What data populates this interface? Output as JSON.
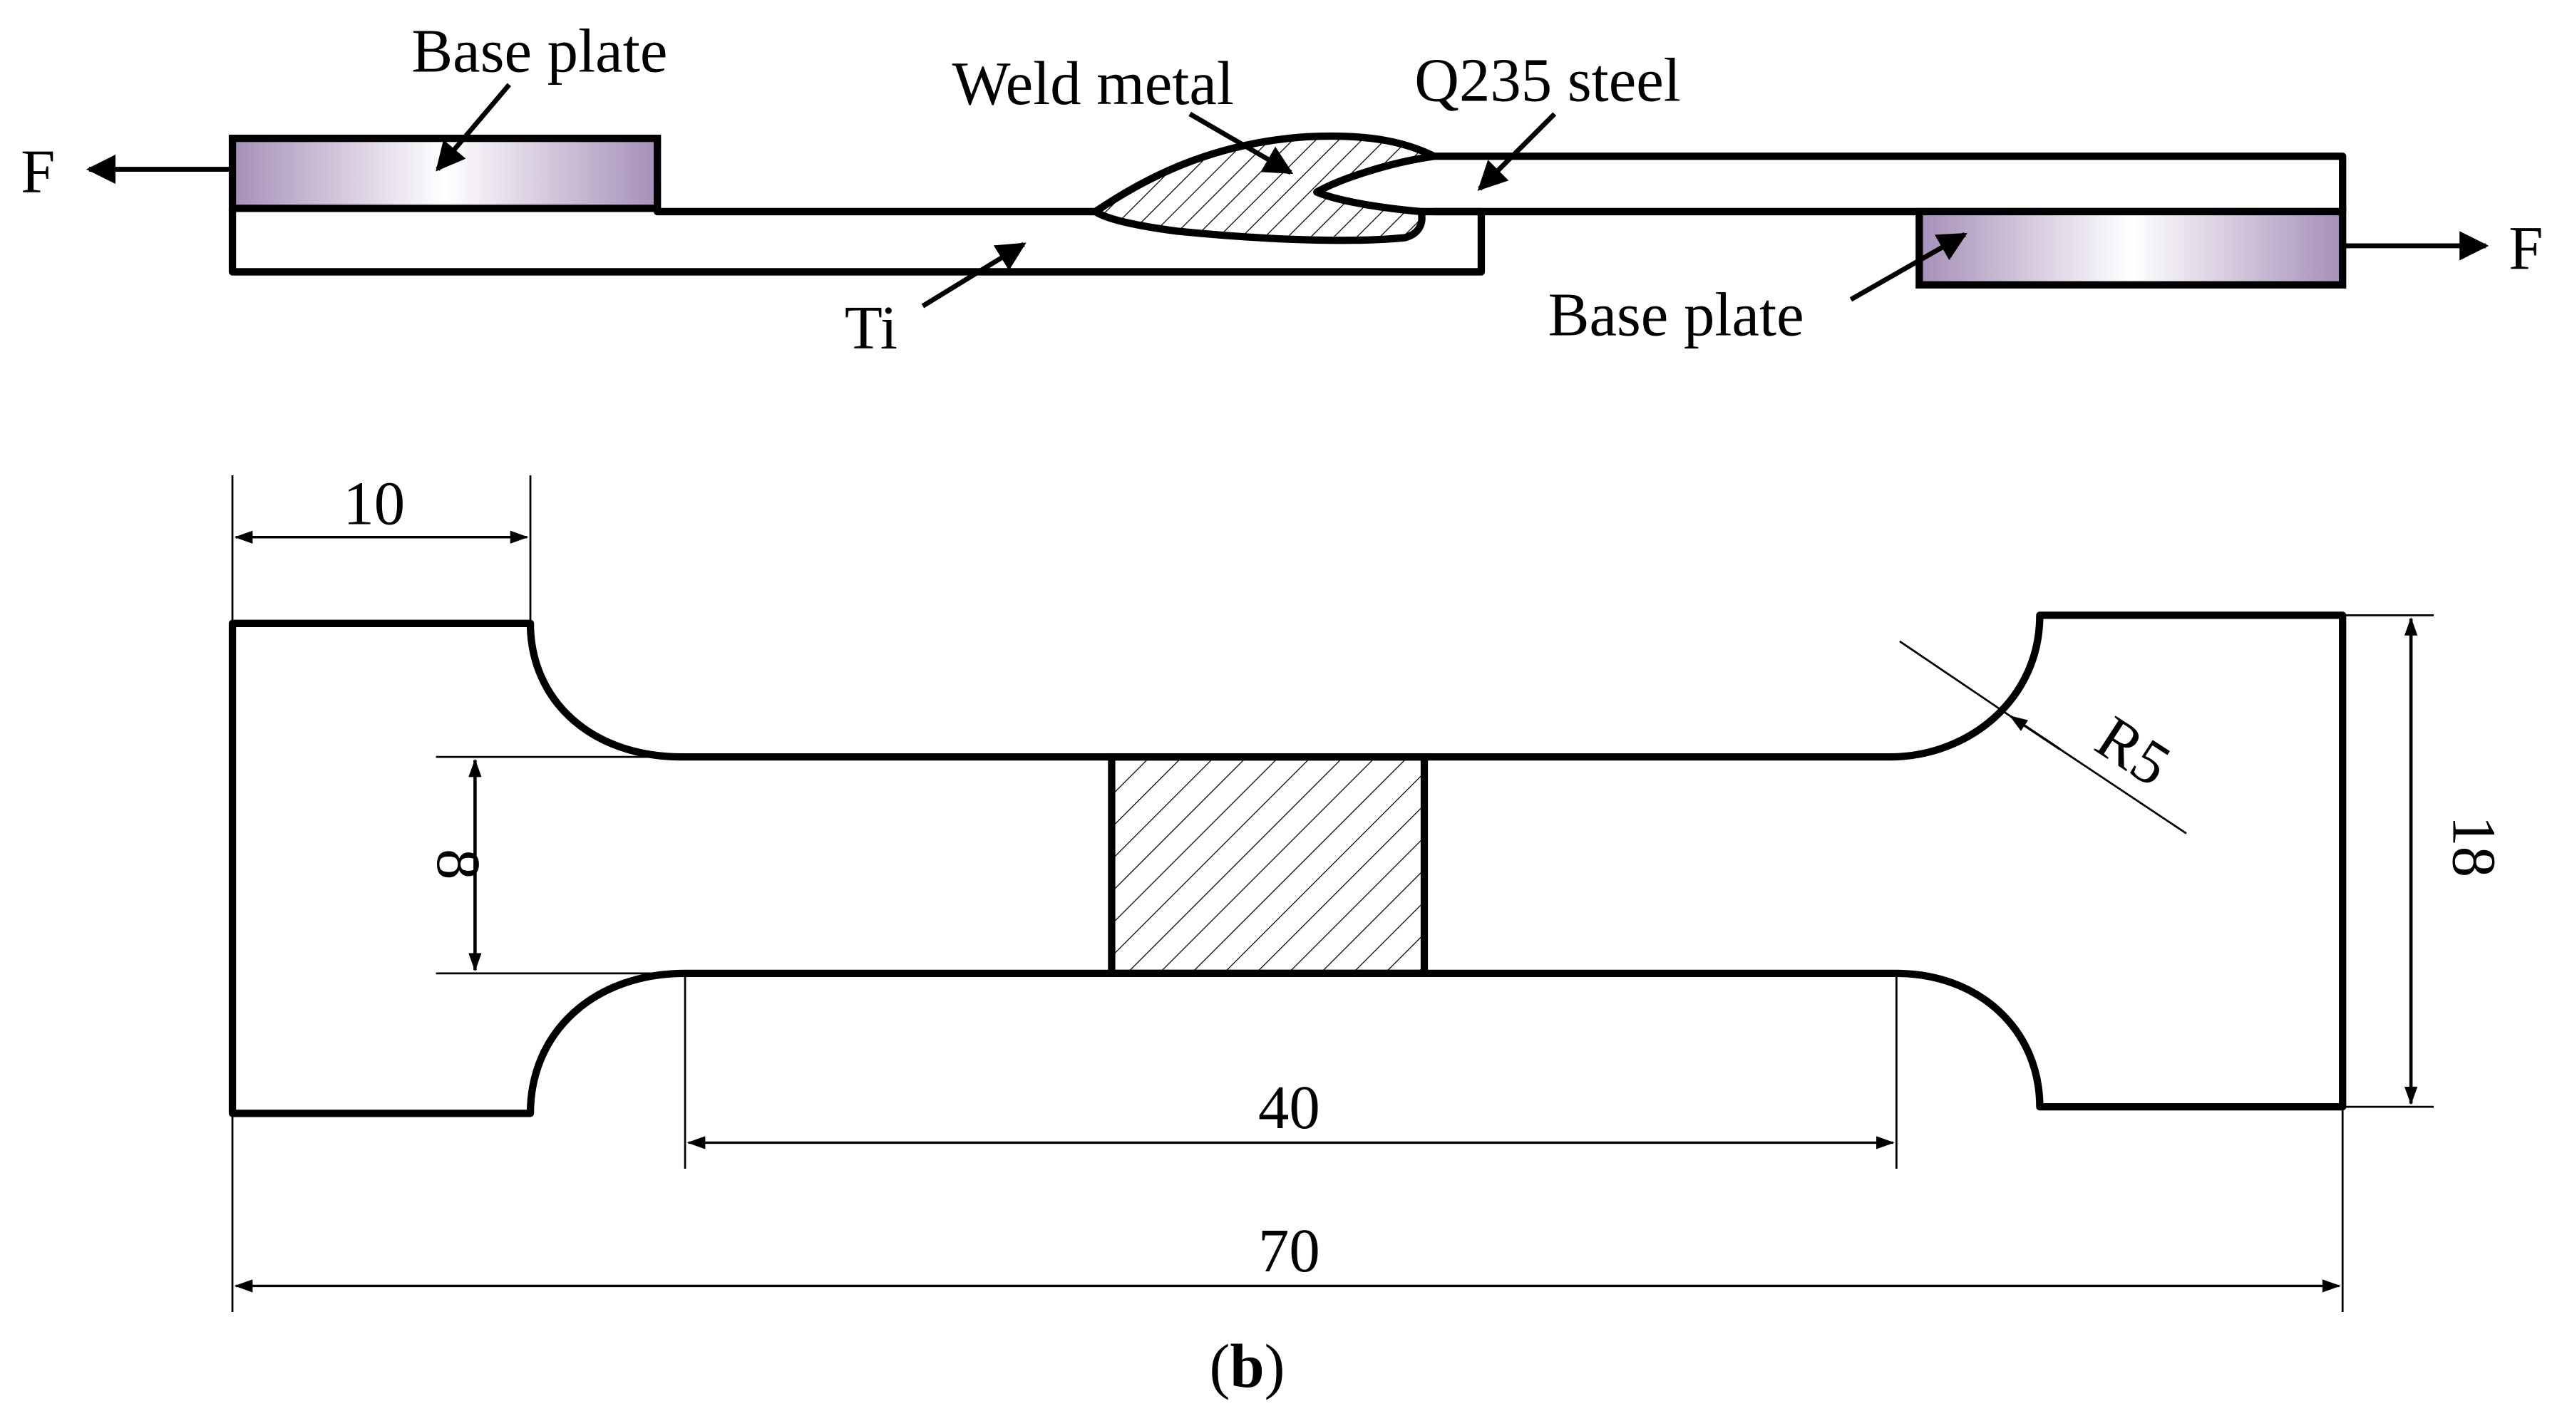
{
  "labels": {
    "base_plate_left": "Base plate",
    "weld_metal": "Weld metal",
    "q235_steel": "Q235 steel",
    "force_left": "F",
    "force_right": "F",
    "titanium": "Ti",
    "base_plate_right": "Base plate",
    "panel": "(b)",
    "panel_bold": "b",
    "panel_open": "(",
    "panel_close": ")"
  },
  "dimensions": {
    "grip_length": "10",
    "gauge_width": "8",
    "radius": "R5",
    "grip_width": "18",
    "gauge_length": "40",
    "overall_length": "70"
  },
  "colors": {
    "line": "#000000",
    "base_plate_fill_edge": "#a58fb8",
    "base_plate_fill_center": "#ffffff"
  }
}
